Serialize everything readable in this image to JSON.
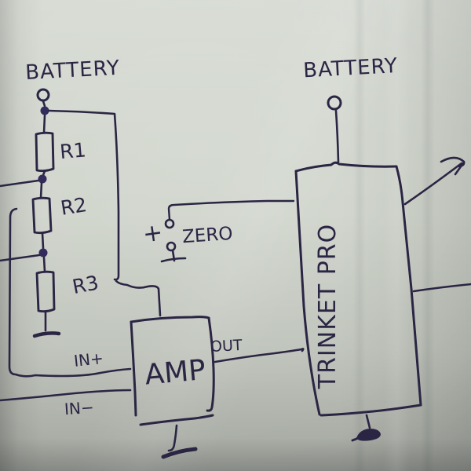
{
  "diagram": {
    "type": "hand-drawn circuit schematic on paper",
    "colors": {
      "ink": "#2b2544",
      "junction_dot": "#332b5c",
      "paper": "#cfd4cb"
    },
    "labels": {
      "battery_left": "BATTERY",
      "battery_right": "BATTERY",
      "r1": "R1",
      "r2": "R2",
      "r3": "R3",
      "zero": "ZERO",
      "zero_plus": "+",
      "amp": "AMP",
      "in_plus": "IN+",
      "in_minus": "IN−",
      "out": "OUT",
      "trinket": "TRINKET PRO"
    },
    "components": [
      {
        "name": "battery-terminal-left",
        "label": "BATTERY"
      },
      {
        "name": "resistor-chain",
        "parts": [
          "R1",
          "R2",
          "R3"
        ],
        "note": "series divider to ground"
      },
      {
        "name": "zero-terminals",
        "label": "ZERO",
        "polarity": "+"
      },
      {
        "name": "amplifier-block",
        "label": "AMP",
        "pins": [
          "IN+",
          "IN−",
          "OUT"
        ],
        "grounded": true
      },
      {
        "name": "microcontroller-block",
        "label": "TRINKET PRO",
        "grounded": true
      },
      {
        "name": "battery-terminal-right",
        "label": "BATTERY"
      },
      {
        "name": "arrow-out-top-right"
      },
      {
        "name": "line-out-right-edge"
      }
    ]
  }
}
